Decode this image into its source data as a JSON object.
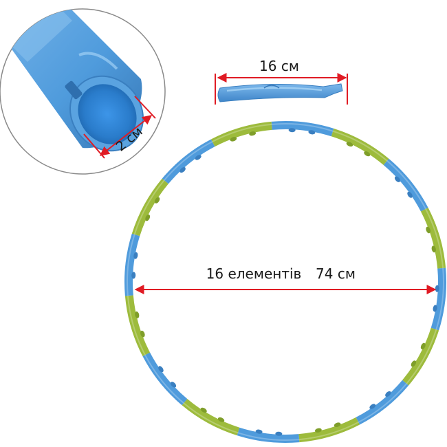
{
  "labels": {
    "segment_length": "16 см",
    "tube_diameter": "2 см",
    "hoop_elements": "16 елементів",
    "hoop_diameter": "74 см"
  },
  "colors": {
    "blue": "#4f9bdc",
    "blue_dark": "#3a7fc0",
    "blue_inner": "#2f86d8",
    "green": "#9dbb3c",
    "green_dark": "#7f9e2a",
    "dimension_line": "#e01b24",
    "inset_border": "#8a8a8a"
  },
  "hoop": {
    "segments": 16
  }
}
